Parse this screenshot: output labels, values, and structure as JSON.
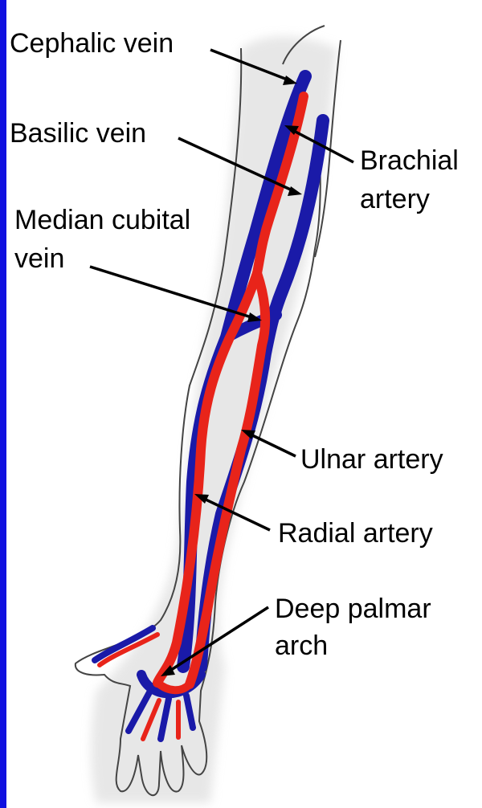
{
  "labels": {
    "cephalic_vein": "Cephalic vein",
    "basilic_vein": "Basilic vein",
    "brachial_artery_l1": "Brachial",
    "brachial_artery_l2": "artery",
    "median_cubital_l1": "Median cubital",
    "median_cubital_l2": "vein",
    "ulnar_artery": "Ulnar artery",
    "radial_artery": "Radial artery",
    "deep_palmar_l1": "Deep palmar",
    "deep_palmar_l2": "arch"
  },
  "colors": {
    "frame_border": "#1010e0",
    "vein": "#1a1aa8",
    "artery": "#e8241a",
    "outline": "#555555",
    "text": "#000000"
  }
}
